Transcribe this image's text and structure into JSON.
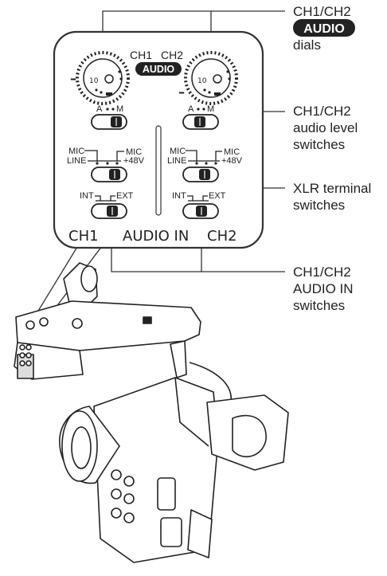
{
  "panel": {
    "ch1_dial_label": "CH1",
    "ch2_dial_label": "CH2",
    "audio_badge": "AUDIO",
    "dial_mark_10": "10",
    "dial_minus": "–",
    "level_switch": {
      "auto": "A",
      "manual": "M"
    },
    "input_switch": {
      "mic": "MIC",
      "line": "LINE",
      "mic48_top": "MIC",
      "mic48_bottom": "+48V"
    },
    "xlr_switch": {
      "int": "INT",
      "ext": "EXT"
    },
    "bottom": {
      "ch1": "CH1",
      "audio_in": "AUDIO IN",
      "ch2": "CH2"
    }
  },
  "callouts": {
    "dials": {
      "line1": "CH1/CH2",
      "badge": "AUDIO",
      "line3": "dials"
    },
    "level": {
      "line1": "CH1/CH2",
      "line2": "audio level",
      "line3": "switches"
    },
    "xlr": {
      "line1": "XLR terminal",
      "line2": "switches"
    },
    "audio_in": {
      "line1": "CH1/CH2",
      "line2": "AUDIO IN",
      "line3": "switches"
    }
  }
}
